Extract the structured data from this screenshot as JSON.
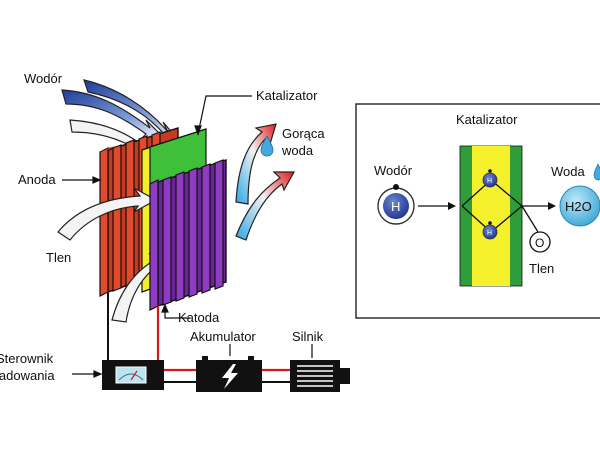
{
  "labels": {
    "wodor_left": "Wodór",
    "katalizator_top": "Katalizator",
    "goraca": "Gorąca",
    "woda_hot": "woda",
    "anoda": "Anoda",
    "tlen_left": "Tlen",
    "katoda": "Katoda",
    "akumulator": "Akumulator",
    "silnik": "Silnik",
    "sterownik_1": "Sterownik",
    "sterownik_2": "ładowania"
  },
  "inset": {
    "title": "Katalizator",
    "wodor": "Wodór",
    "woda": "Woda",
    "tlen": "Tlen",
    "h_atom": "H",
    "o_atom": "O",
    "h_small": "H",
    "h2o": "H2O"
  },
  "colors": {
    "anode": "#d9452b",
    "cathode": "#7a2fa6",
    "catalyst_green": "#3fbf3a",
    "catalyst_yellow": "#f2ee2a",
    "inset_green": "#2f9e3a",
    "inset_yellow": "#f4f02b",
    "hydrogen": "#2c4aa8",
    "water": "#53b9e0",
    "wire_red": "#d8161b",
    "component": "#111111"
  }
}
